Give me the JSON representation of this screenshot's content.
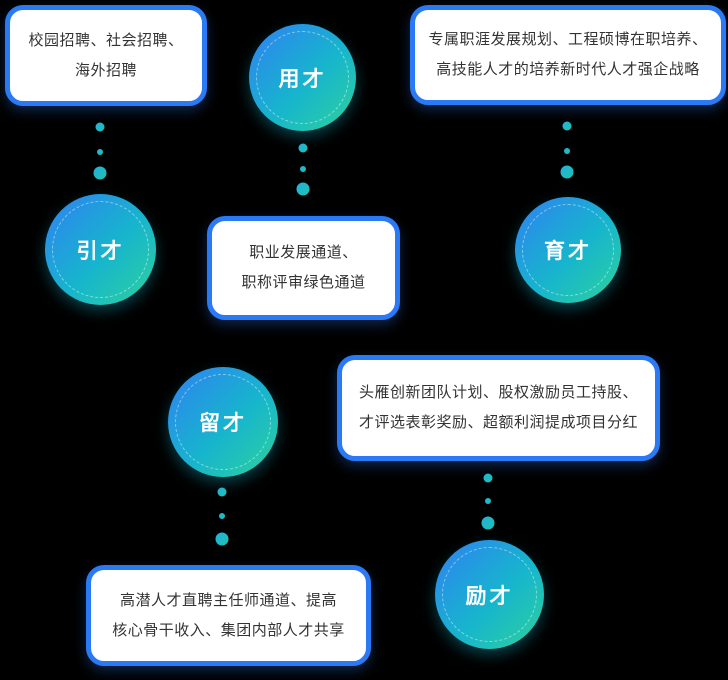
{
  "diagram": {
    "circles": [
      {
        "id": "yongcai",
        "label": "用才"
      },
      {
        "id": "yincai",
        "label": "引才"
      },
      {
        "id": "yucai",
        "label": "育才"
      },
      {
        "id": "liucai",
        "label": "留才"
      },
      {
        "id": "licai",
        "label": "励才"
      }
    ],
    "bubbles": [
      {
        "id": "recruitment",
        "lines": [
          "校园招聘、社会招聘、",
          "海外招聘"
        ]
      },
      {
        "id": "training",
        "lines": [
          "专属职涯发展规划、工程硕博在职培养、",
          "高技能人才的培养新时代人才强企战略"
        ]
      },
      {
        "id": "career",
        "lines": [
          "职业发展通道、",
          "职称评审绿色通道"
        ]
      },
      {
        "id": "incentive",
        "lines": [
          "头雁创新团队计划、股权激励员工持股、",
          "才评选表彰奖励、超额利润提成项目分红"
        ]
      },
      {
        "id": "retention",
        "lines": [
          "高潜人才直聘主任师通道、提高",
          "核心骨干收入、集团内部人才共享"
        ]
      }
    ],
    "colors": {
      "background": "#000000",
      "bubble_border": "#2a7af5",
      "bubble_background": "#ffffff",
      "bubble_text": "#333333",
      "circle_gradient_start": "#2f80f2",
      "circle_gradient_end": "#2dd29c",
      "circle_label": "#ffffff",
      "connector_dot": "#1cc4ad"
    }
  }
}
